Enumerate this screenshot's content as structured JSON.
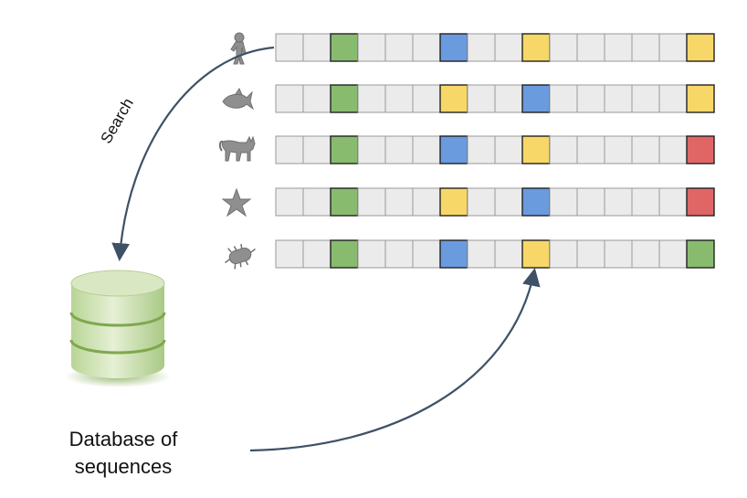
{
  "labels": {
    "search": "Search",
    "database_line1": "Database of",
    "database_line2": "sequences"
  },
  "colors": {
    "empty": "#ebebeb",
    "green": "#88bb6e",
    "blue": "#6a9bdf",
    "yellow": "#f7d768",
    "red": "#e06666",
    "arrow": "#3e5166",
    "silhouette": "#8f8f8f",
    "database": "#c9dfaa"
  },
  "organisms": [
    "human-icon",
    "fish-icon",
    "cat-icon",
    "starfish-icon",
    "bacterium-icon"
  ],
  "alignment": {
    "rows": [
      [
        null,
        null,
        "green",
        null,
        null,
        null,
        "blue",
        null,
        null,
        "yellow",
        null,
        null,
        null,
        null,
        null,
        "yellow"
      ],
      [
        null,
        null,
        "green",
        null,
        null,
        null,
        "yellow",
        null,
        null,
        "blue",
        null,
        null,
        null,
        null,
        null,
        "yellow"
      ],
      [
        null,
        null,
        "green",
        null,
        null,
        null,
        "blue",
        null,
        null,
        "yellow",
        null,
        null,
        null,
        null,
        null,
        "red"
      ],
      [
        null,
        null,
        "green",
        null,
        null,
        null,
        "yellow",
        null,
        null,
        "blue",
        null,
        null,
        null,
        null,
        null,
        "red"
      ],
      [
        null,
        null,
        "green",
        null,
        null,
        null,
        "blue",
        null,
        null,
        "yellow",
        null,
        null,
        null,
        null,
        null,
        "green"
      ]
    ]
  }
}
